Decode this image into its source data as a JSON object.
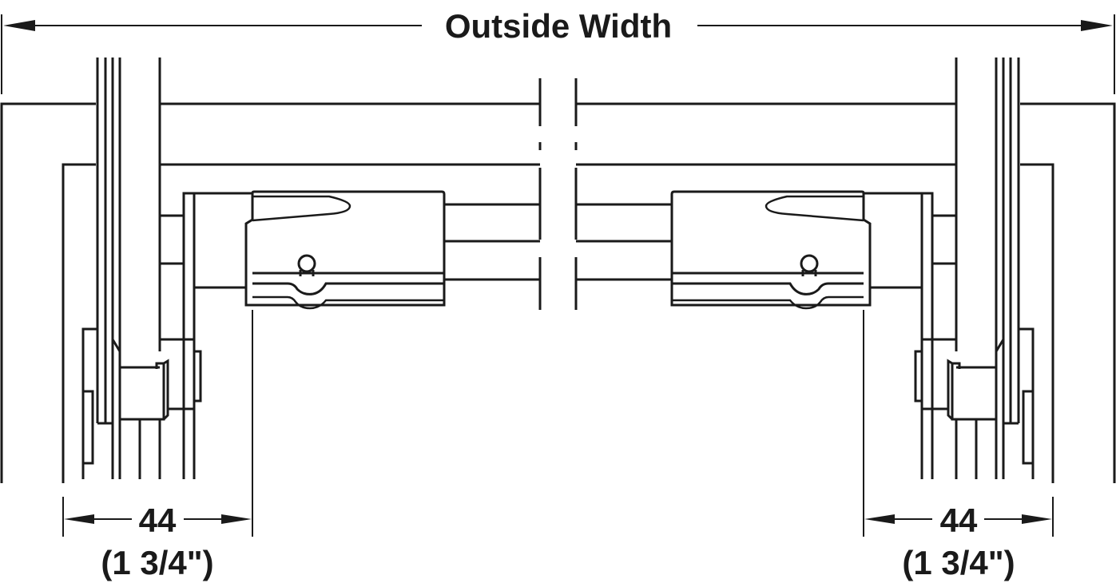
{
  "diagram": {
    "title": "Outside Width",
    "left_dimension": {
      "value": "44",
      "imperial": "(1 3/4\")"
    },
    "right_dimension": {
      "value": "44",
      "imperial": "(1 3/4\")"
    },
    "line_color": "#1a1a1a",
    "background_color": "#ffffff"
  }
}
